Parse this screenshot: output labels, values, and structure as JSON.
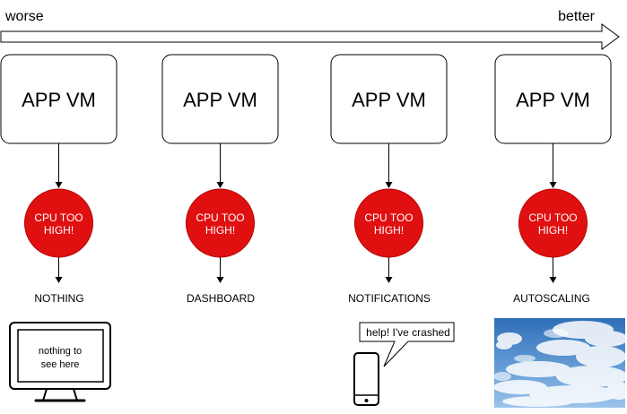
{
  "scale": {
    "left_label": "worse",
    "right_label": "better"
  },
  "columns": [
    {
      "vm_label": "APP VM",
      "alert_line1": "CPU TOO",
      "alert_line2": "HIGH!",
      "outcome": "NOTHING"
    },
    {
      "vm_label": "APP VM",
      "alert_line1": "CPU TOO",
      "alert_line2": "HIGH!",
      "outcome": "DASHBOARD"
    },
    {
      "vm_label": "APP VM",
      "alert_line1": "CPU TOO",
      "alert_line2": "HIGH!",
      "outcome": "NOTIFICATIONS"
    },
    {
      "vm_label": "APP VM",
      "alert_line1": "CPU TOO",
      "alert_line2": "HIGH!",
      "outcome": "AUTOSCALING"
    }
  ],
  "illustrations": {
    "monitor_text_line1": "nothing to",
    "monitor_text_line2": "see here",
    "speech_bubble": "help! I've crashed"
  },
  "colors": {
    "alert": "#e01010",
    "alert_stroke": "#b20000",
    "sky": "#4a86c8"
  },
  "icons": [
    "monitor-icon",
    "phone-icon",
    "sky-photo"
  ]
}
